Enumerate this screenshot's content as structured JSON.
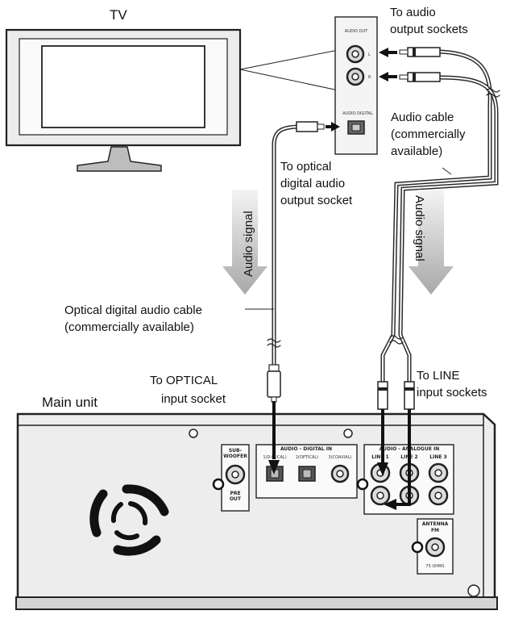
{
  "labels": {
    "tv": "TV",
    "main_unit": "Main unit",
    "to_audio_output_1": "To audio",
    "to_audio_output_2": "output sockets",
    "audio_cable_1": "Audio cable",
    "audio_cable_2": "(commercially",
    "audio_cable_3": "available)",
    "to_optical_out_1": "To optical",
    "to_optical_out_2": "digital audio",
    "to_optical_out_3": "output socket",
    "audio_signal_left": "Audio signal",
    "audio_signal_right": "Audio signal",
    "optical_cable_1": "Optical digital audio cable",
    "optical_cable_2": "(commercially available)",
    "to_optical_in_1": "To OPTICAL",
    "to_optical_in_2": "input socket",
    "to_line_1": "To LINE",
    "to_line_2": "input sockets"
  },
  "tv_panel": {
    "audio_out": "AUDIO OUT",
    "audio_digital": "AUDIO DIGITAL",
    "l": "L",
    "r": "R"
  },
  "unit_panel": {
    "subwoofer_1": "SUB-",
    "subwoofer_2": "WOOFER",
    "pre_out_1": "PRE",
    "pre_out_2": "OUT",
    "audio_digital_in": "AUDIO - DIGITAL  IN",
    "in1": "1(D-IN/CAL)",
    "in2": "2(OPTICAL)",
    "in3": "3(COAXIAL)",
    "analogue_in": "AUDIO - ANALOGUE IN",
    "line1": "LINE 1",
    "line2": "LINE 2",
    "line3": "LINE 3",
    "antenna": "ANTENNA",
    "fm": "FM",
    "ohms": "75 OHMS"
  }
}
